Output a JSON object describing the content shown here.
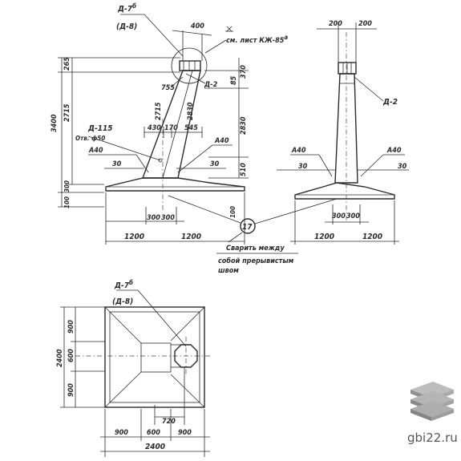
{
  "side_view": {
    "node_ref_top": "Д-7",
    "node_ref_top_sup": "б",
    "node_ref_sub": "(Д-8)",
    "dim_400": "400",
    "sheet_ref": "см. лист КЖ-85",
    "sheet_ref_sup": "а",
    "d2": "Д-2",
    "dim_755": "755",
    "dim_265": "265",
    "dim_370": "370",
    "dim_85": "85",
    "dim_3400": "3400",
    "dim_2715": "2715",
    "dim_2715b": "2715",
    "dim_2830": "2830",
    "dim_2830b": "2830",
    "dim_300": "300",
    "dim_100": "100",
    "dim_430": "430",
    "dim_170": "170",
    "dim_545": "545",
    "hole_ref": "Д-115",
    "hole_label": "Отв. ф50",
    "a40_left": "А40",
    "a40_right": "А40",
    "dim_30_left": "30",
    "dim_30_right": "30",
    "dim_510": "510",
    "dim_1200_left": "1200",
    "dim_1200_right": "1200",
    "dim_300_a": "300",
    "dim_300_b": "300",
    "dim_100b": "100"
  },
  "callout": {
    "number": "17",
    "line1": "Сварить между",
    "line2": "собой прерывистым",
    "line3": "швом"
  },
  "front_view": {
    "dim_200_a": "200",
    "dim_200_b": "200",
    "d2": "Д-2",
    "a40_left": "А40",
    "a40_right": "А40",
    "dim_30_left": "30",
    "dim_30_right": "30",
    "dim_1200_left": "1200",
    "dim_1200_right": "1200",
    "dim_300_a": "300",
    "dim_300_b": "300"
  },
  "plan_view": {
    "node_ref_top": "Д-7",
    "node_ref_top_sup": "б",
    "node_ref_sub": "(Д-8)",
    "dim_900_top": "900",
    "dim_600": "600",
    "dim_900_bot": "900",
    "dim_2400_v": "2400",
    "dim_720": "720",
    "dim_900_l": "900",
    "dim_600_h": "600",
    "dim_900_r": "900",
    "dim_2400_h": "2400"
  },
  "watermark": {
    "text": "gbi22.ru"
  }
}
